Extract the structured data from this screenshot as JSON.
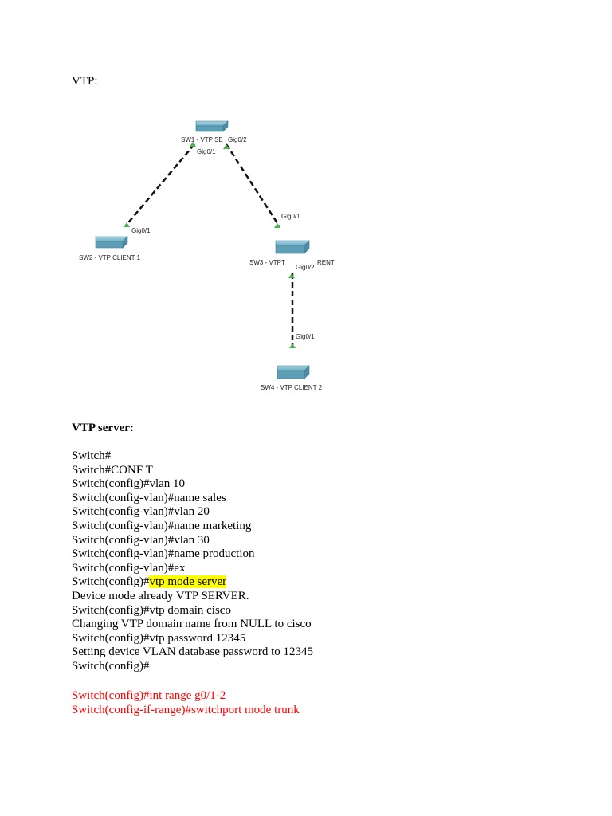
{
  "doc": {
    "title": "VTP:"
  },
  "topology": {
    "sw1_label": "SW1 - VTP SE",
    "sw2_label": "SW2 - VTP CLIENT 1",
    "sw3_label": "SW3 - VTPT",
    "sw3_label_tail": "RENT",
    "sw4_label": "SW4 - VTP CLIENT 2",
    "sw1_port_a": "Gig0/1",
    "sw1_port_b": "Gig0/2",
    "sw2_port": "Gig0/1",
    "sw3_port_up": "Gig0/1",
    "sw3_port_down": "Gig0/2",
    "sw4_port": "Gig0/1",
    "switch_color": "#5f9fb5",
    "link_up_color": "#4caf50"
  },
  "section": {
    "heading": "VTP server:",
    "lines": [
      "Switch#",
      "Switch#CONF T",
      "Switch(config)#vlan 10",
      "Switch(config-vlan)#name sales",
      "Switch(config-vlan)#vlan 20",
      "Switch(config-vlan)#name marketing",
      "Switch(config-vlan)#vlan 30",
      "Switch(config-vlan)#name production",
      "Switch(config-vlan)#ex"
    ],
    "highlight_prefix": "Switch(config)#",
    "highlight_text": "vtp mode server",
    "highlight_color": "#ffff00",
    "lines_after": [
      "Device mode already VTP SERVER.",
      "Switch(config)#vtp domain cisco",
      "Changing VTP domain name from NULL to cisco",
      "Switch(config)#vtp password 12345",
      "Setting device VLAN database password to 12345",
      "Switch(config)#"
    ],
    "red_lines": [
      "Switch(config)#int range g0/1-2",
      "Switch(config-if-range)#switchport mode trunk"
    ],
    "red_color": "#ff0000"
  }
}
